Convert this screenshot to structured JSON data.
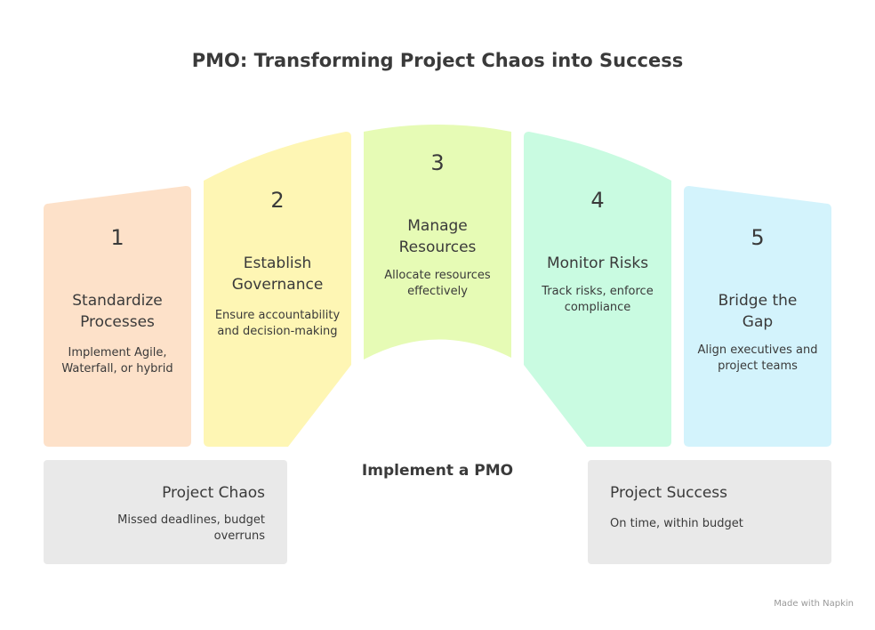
{
  "title": "PMO: Transforming Project Chaos into Success",
  "colors": {
    "step1": "#fde1c9",
    "step2": "#fef6b4",
    "step3": "#e6fbb5",
    "step4": "#c9fbe1",
    "step5": "#d3f3fc",
    "box": "#e9e9e9"
  },
  "steps": [
    {
      "number": "1",
      "heading": "Standardize Processes",
      "description": "Implement Agile, Waterfall, or hybrid"
    },
    {
      "number": "2",
      "heading": "Establish Governance",
      "description": "Ensure accountability and decision-making"
    },
    {
      "number": "3",
      "heading": "Manage Resources",
      "description": "Allocate resources effectively"
    },
    {
      "number": "4",
      "heading": "Monitor Risks",
      "description": "Track risks, enforce compliance"
    },
    {
      "number": "5",
      "heading": "Bridge the Gap",
      "description": "Align executives and project teams"
    }
  ],
  "center_label": "Implement a PMO",
  "start": {
    "title": "Project Chaos",
    "description": "Missed deadlines, budget overruns"
  },
  "end": {
    "title": "Project Success",
    "description": "On time, within budget"
  },
  "watermark": "Made with Napkin"
}
